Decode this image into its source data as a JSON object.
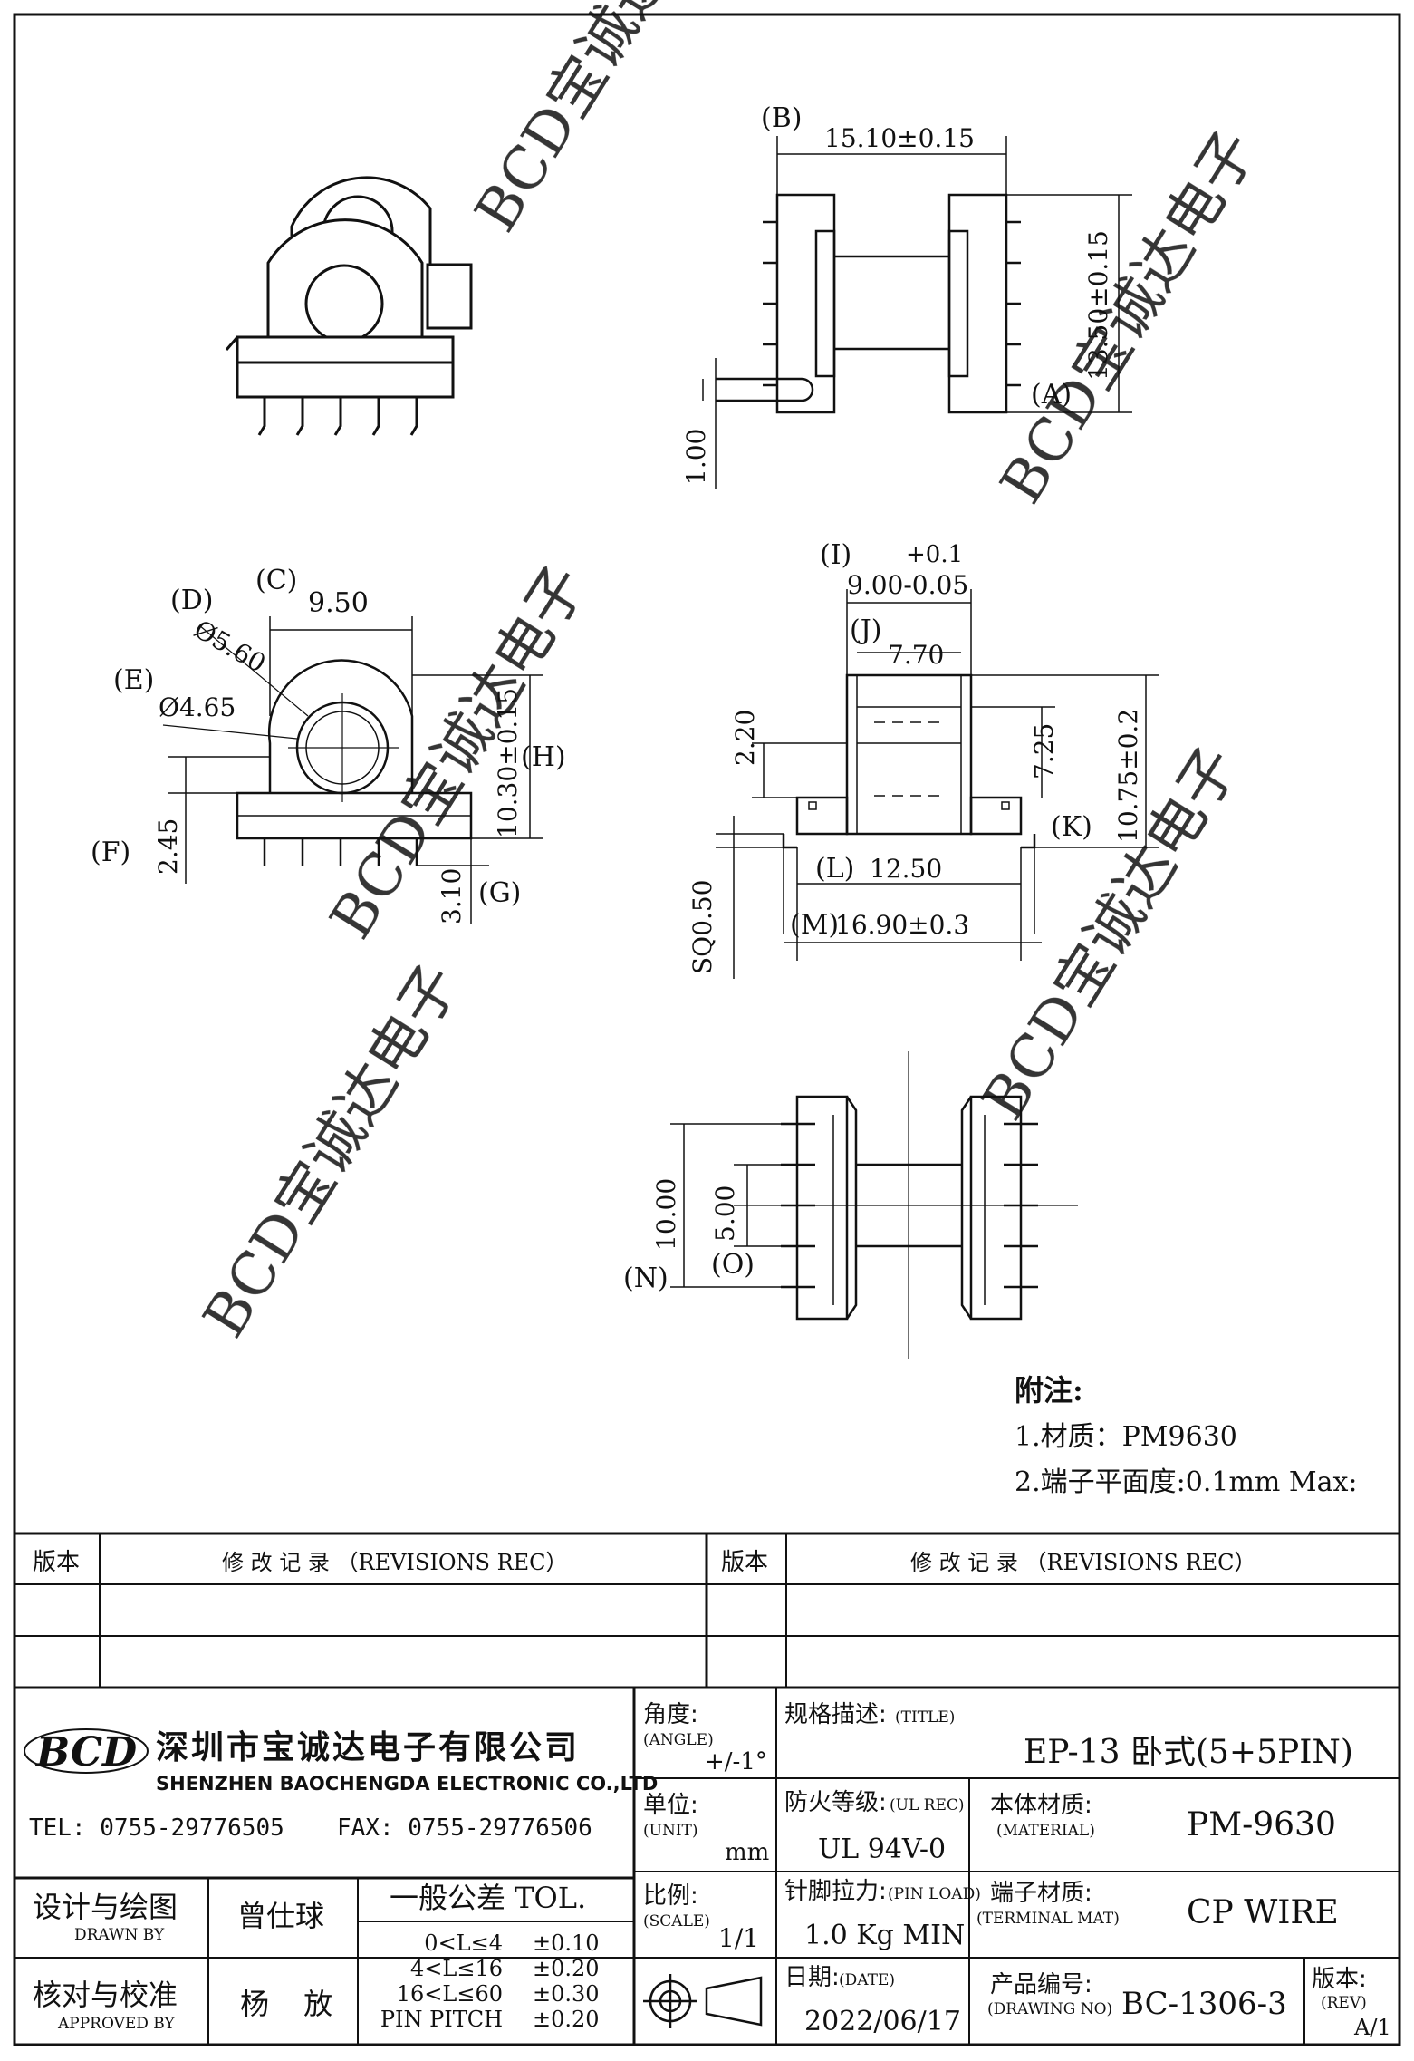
{
  "drawing": {
    "top_view": {
      "dim_width": "15.10±0.15",
      "dim_height": "13.50±0.15",
      "dim_pin": "1.00",
      "label_b": "(B)",
      "label_a": "(A)"
    },
    "side_view": {
      "label_c": "(C)",
      "label_d": "(D)",
      "label_e": "(E)",
      "label_f": "(F)",
      "label_g": "(G)",
      "label_h": "(H)",
      "dim_c": "9.50",
      "dim_d": "Ø5.60",
      "dim_e": "Ø4.65",
      "dim_f": "2.45",
      "dim_g": "3.10",
      "dim_h": "10.30±0.15"
    },
    "front_view": {
      "label_i": "(I)",
      "dim_i_tol": "+0.1",
      "dim_i": "9.00-0.05",
      "label_j": "(J)",
      "dim_j": "7.70",
      "dim_220": "2.20",
      "dim_725": "7.25",
      "dim_1075": "10.75±0.2",
      "label_k": "(K)",
      "label_l": "(L)",
      "dim_l": "12.50",
      "label_m": "(M)",
      "dim_m": "16.90±0.3",
      "dim_sq": "SQ0.50"
    },
    "bottom_view": {
      "dim_n": "10.00",
      "dim_o": "5.00",
      "label_n": "(N)",
      "label_o": "(O)"
    }
  },
  "notes": {
    "heading": "附注:",
    "line1": "1.材质：PM9630",
    "line2": "2.端子平面度:0.1mm Max:"
  },
  "revisions": {
    "col_version": "版本",
    "col_record": "修 改 记 录 （REVISIONS REC）"
  },
  "title_block": {
    "company_cn": "深圳市宝诚达电子有限公司",
    "company_en": "SHENZHEN BAOCHENGDA ELECTRONIC CO.,LTD",
    "tel": "TEL: 0755-29776505",
    "fax": "FAX: 0755-29776506",
    "logo_text": "BCD",
    "angle_label": "角度:",
    "angle_en": "(ANGLE)",
    "angle_value": "+/-1°",
    "unit_label": "单位:",
    "unit_en": "(UNIT)",
    "unit_value": "mm",
    "scale_label": "比例:",
    "scale_en": "(SCALE)",
    "scale_value": "1/1",
    "title_label": "规格描述:",
    "title_en": "(TITLE)",
    "title_value": "EP-13 卧式(5+5PIN)",
    "ul_label": "防火等级:",
    "ul_en": "(UL REC)",
    "ul_value": "UL 94V-0",
    "material_label": "本体材质:",
    "material_en": "(MATERIAL)",
    "material_value": "PM-9630",
    "pinload_label": "针脚拉力:",
    "pinload_en": "(PIN LOAD)",
    "pinload_value": "1.0 Kg MIN",
    "terminal_label": "端子材质:",
    "terminal_en": "(TERMINAL MAT)",
    "terminal_value": "CP WIRE",
    "date_label": "日期:",
    "date_en": "(DATE)",
    "date_value": "2022/06/17",
    "drawing_no_label": "产品编号:",
    "drawing_no_en": "(DRAWING NO)",
    "drawing_no_value": "BC-1306-3",
    "rev_label": "版本:",
    "rev_en": "(REV)",
    "rev_value": "A/1",
    "drawn_label": "设计与绘图",
    "drawn_en": "DRAWN BY",
    "drawn_value": "曾仕球",
    "approved_label": "核对与校准",
    "approved_en": "APPROVED BY",
    "approved_value": "杨 放",
    "tol_title": "一般公差 TOL.",
    "tol_rows": [
      {
        "range": "0<L≤4",
        "value": "±0.10"
      },
      {
        "range": "4<L≤16",
        "value": "±0.20"
      },
      {
        "range": "16<L≤60",
        "value": "±0.30"
      },
      {
        "range": "PIN PITCH",
        "value": "±0.20"
      }
    ]
  },
  "watermark": "BCD宝诚达电子"
}
